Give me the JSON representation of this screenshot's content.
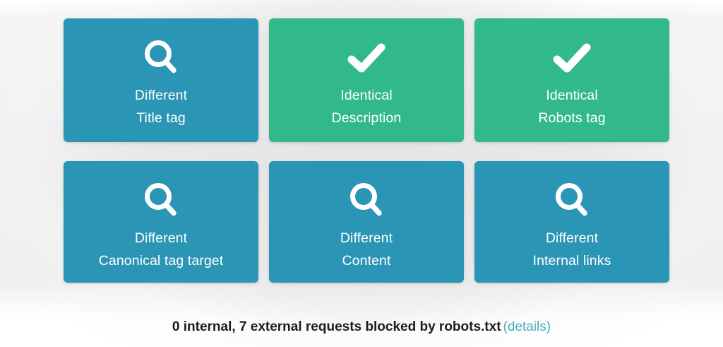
{
  "cards": [
    {
      "icon": "magnifier-icon",
      "status": "Different",
      "label": "Title tag",
      "color": "#2b95b5",
      "theme": "blue"
    },
    {
      "icon": "check-icon",
      "status": "Identical",
      "label": "Description",
      "color": "#32b98a",
      "theme": "green"
    },
    {
      "icon": "check-icon",
      "status": "Identical",
      "label": "Robots tag",
      "color": "#32b98a",
      "theme": "green"
    },
    {
      "icon": "magnifier-icon",
      "status": "Different",
      "label": "Canonical tag target",
      "color": "#2b95b5",
      "theme": "blue"
    },
    {
      "icon": "magnifier-icon",
      "status": "Different",
      "label": "Content",
      "color": "#2b95b5",
      "theme": "blue"
    },
    {
      "icon": "magnifier-icon",
      "status": "Different",
      "label": "Internal links",
      "color": "#2b95b5",
      "theme": "blue"
    }
  ],
  "footer": {
    "summary": "0 internal, 7 external requests blocked by robots.txt",
    "details_label": "(details)",
    "internal_blocked_count": 0,
    "external_blocked_count": 7,
    "link_color": "#4aafb8"
  }
}
